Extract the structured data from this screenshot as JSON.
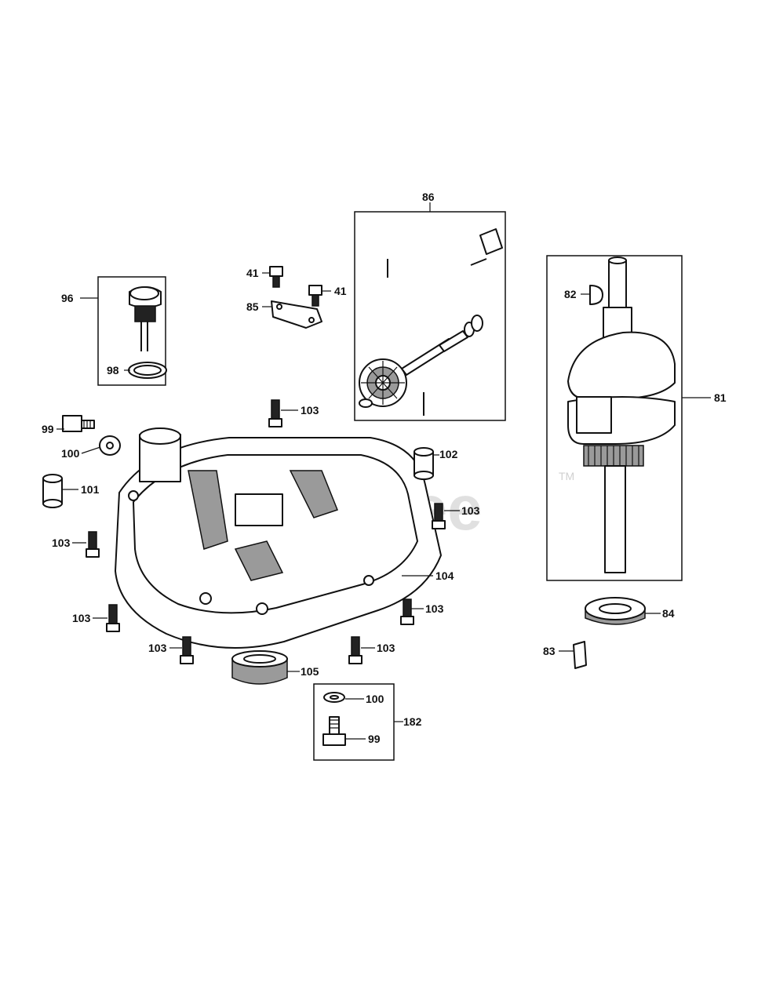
{
  "watermark": {
    "text": "PartsTree",
    "tm": "TM"
  },
  "callouts": {
    "c41a": "41",
    "c41b": "41",
    "c85": "85",
    "c86": "86",
    "c96": "96",
    "c98": "98",
    "c99a": "99",
    "c100a": "100",
    "c101": "101",
    "c102": "102",
    "c103a": "103",
    "c103b": "103",
    "c103c": "103",
    "c103d": "103",
    "c103e": "103",
    "c103f": "103",
    "c103g": "103",
    "c104": "104",
    "c105": "105",
    "c100b": "100",
    "c99b": "99",
    "c182": "182",
    "c82": "82",
    "c81": "81",
    "c84": "84",
    "c83": "83"
  }
}
